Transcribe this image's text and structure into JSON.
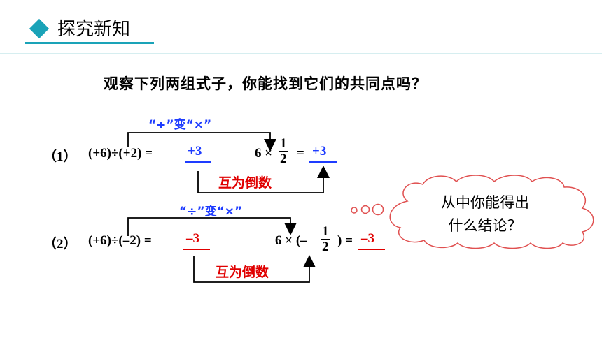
{
  "header": {
    "title": "探究新知"
  },
  "question": "观察下列两组式子，你能找到它们的共同点吗？",
  "example1": {
    "index": "（1）",
    "left": "(+6)÷(+2) =",
    "left_result": "+3",
    "top_label": "“÷”变“×”",
    "right_coef": "6 ×",
    "frac_num": "1",
    "frac_den": "2",
    "right_eq": "=",
    "right_result": "+3",
    "bottom_label": "互为倒数"
  },
  "example2": {
    "index": "（2）",
    "left": "(+6)÷(–2) =",
    "left_result": "–3",
    "top_label": "“÷”变“×”",
    "right_coef": "6 × (–",
    "frac_num": "1",
    "frac_den": "2",
    "right_close": ") =",
    "right_result": "–3",
    "bottom_label": "互为倒数"
  },
  "cloud": {
    "line1": "从中你能得出",
    "line2": "什么结论？"
  },
  "colors": {
    "accent": "#1aa3b8",
    "blue": "#1e3cff",
    "red": "#e00000"
  }
}
